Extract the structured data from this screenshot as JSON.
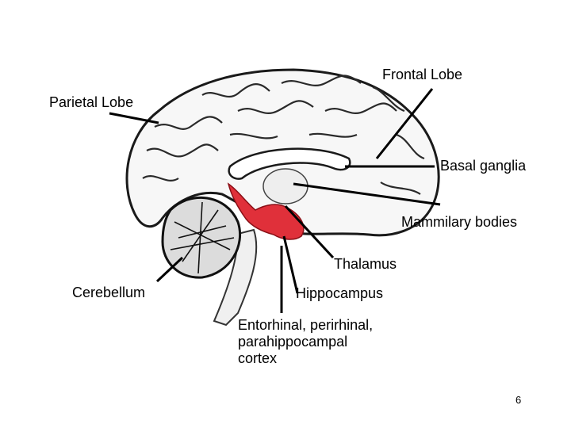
{
  "labels": {
    "frontal_lobe": "Frontal Lobe",
    "parietal_lobe": "Parietal Lobe",
    "basal_ganglia": "Basal ganglia",
    "mammilary_bodies": "Mammilary bodies",
    "thalamus": "Thalamus",
    "cerebellum": "Cerebellum",
    "hippocampus": "Hippocampus",
    "entorhinal_cortex": "Entorhinal, perirhinal,\nparahippocampal\ncortex"
  },
  "page_number": "6",
  "colors": {
    "highlight": "#e0303a",
    "outline": "#1a1a1a",
    "leader": "#000000",
    "background": "#ffffff"
  }
}
